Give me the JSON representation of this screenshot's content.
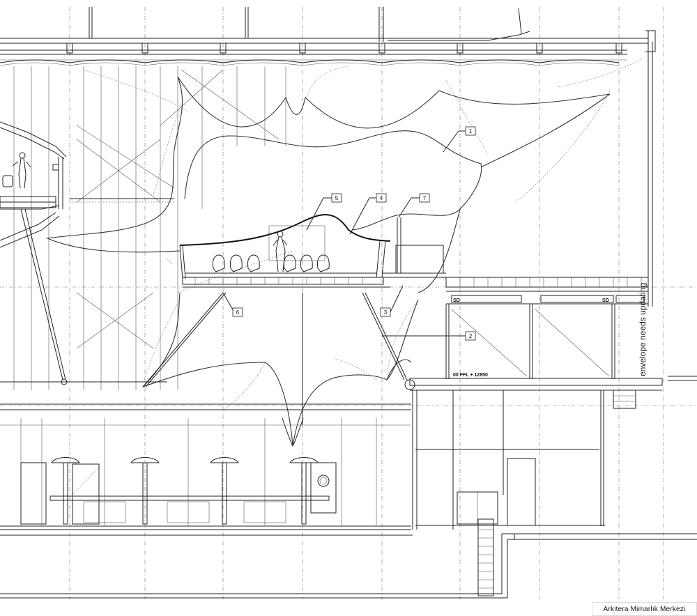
{
  "callouts": [
    {
      "id": "callout-1",
      "label": "1"
    },
    {
      "id": "callout-2",
      "label": "2"
    },
    {
      "id": "callout-3",
      "label": "3"
    },
    {
      "id": "callout-4",
      "label": "4"
    },
    {
      "id": "callout-5",
      "label": "5"
    },
    {
      "id": "callout-6",
      "label": "6"
    },
    {
      "id": "callout-7",
      "label": "7"
    }
  ],
  "annotations": {
    "sd_left": "SD",
    "sd_right": "SD",
    "floor_level": "00 FFL + 12850",
    "envelope_note": "envelope needs updating"
  },
  "credit": "Arkitera Mimarlık Merkezi"
}
